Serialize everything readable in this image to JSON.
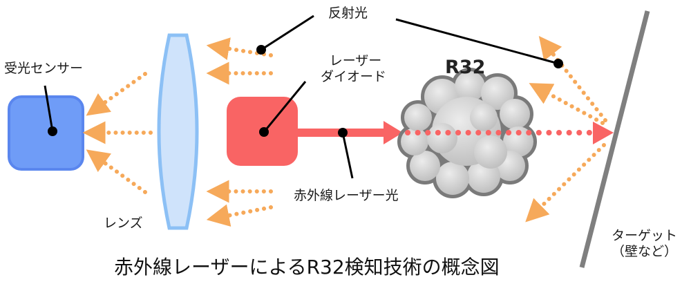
{
  "title": "赤外線レーザーによるR32検知技術の概念図",
  "labels": {
    "reflected_light": "反射光",
    "sensor": "受光センサー",
    "laser_diode_line1": "レーザー",
    "laser_diode_line2": "ダイオード",
    "gas": "R32",
    "ir_laser_light": "赤外線レーザー光",
    "lens": "レンズ",
    "target_line1": "ターゲット",
    "target_line2": "（壁など）"
  },
  "colors": {
    "sensor": "#6f9cf7",
    "sensor_border": "#5a86ee",
    "lens_fill": "#cfe3fb",
    "lens_border": "#8cc0f5",
    "laser": "#f96464",
    "reflected": "#f6a95a",
    "gas_fill": "#cfcfcf",
    "gas_border": "#7a7a7a",
    "target": "#7f7f7f",
    "leader": "#000000"
  }
}
